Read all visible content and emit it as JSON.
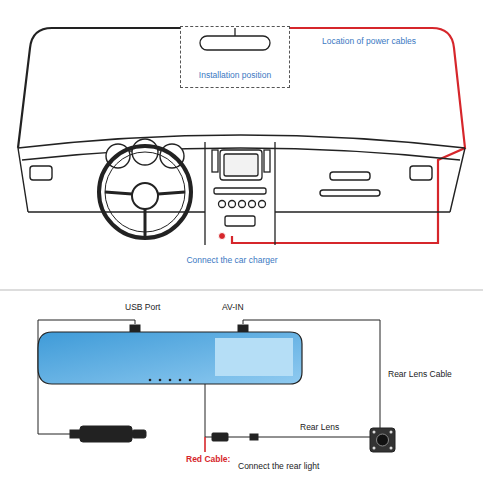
{
  "diagram": {
    "nodes": [
      {
        "text": [
          "Installation position"
        ]
      }
    ],
    "labels": [
      "Location of power cables",
      "Connect the car charger",
      "USB Port",
      "AV-IN",
      "Rear Lens Cable",
      "Rear Lens",
      "Red Cable:",
      "Connect the rear light"
    ]
  }
}
